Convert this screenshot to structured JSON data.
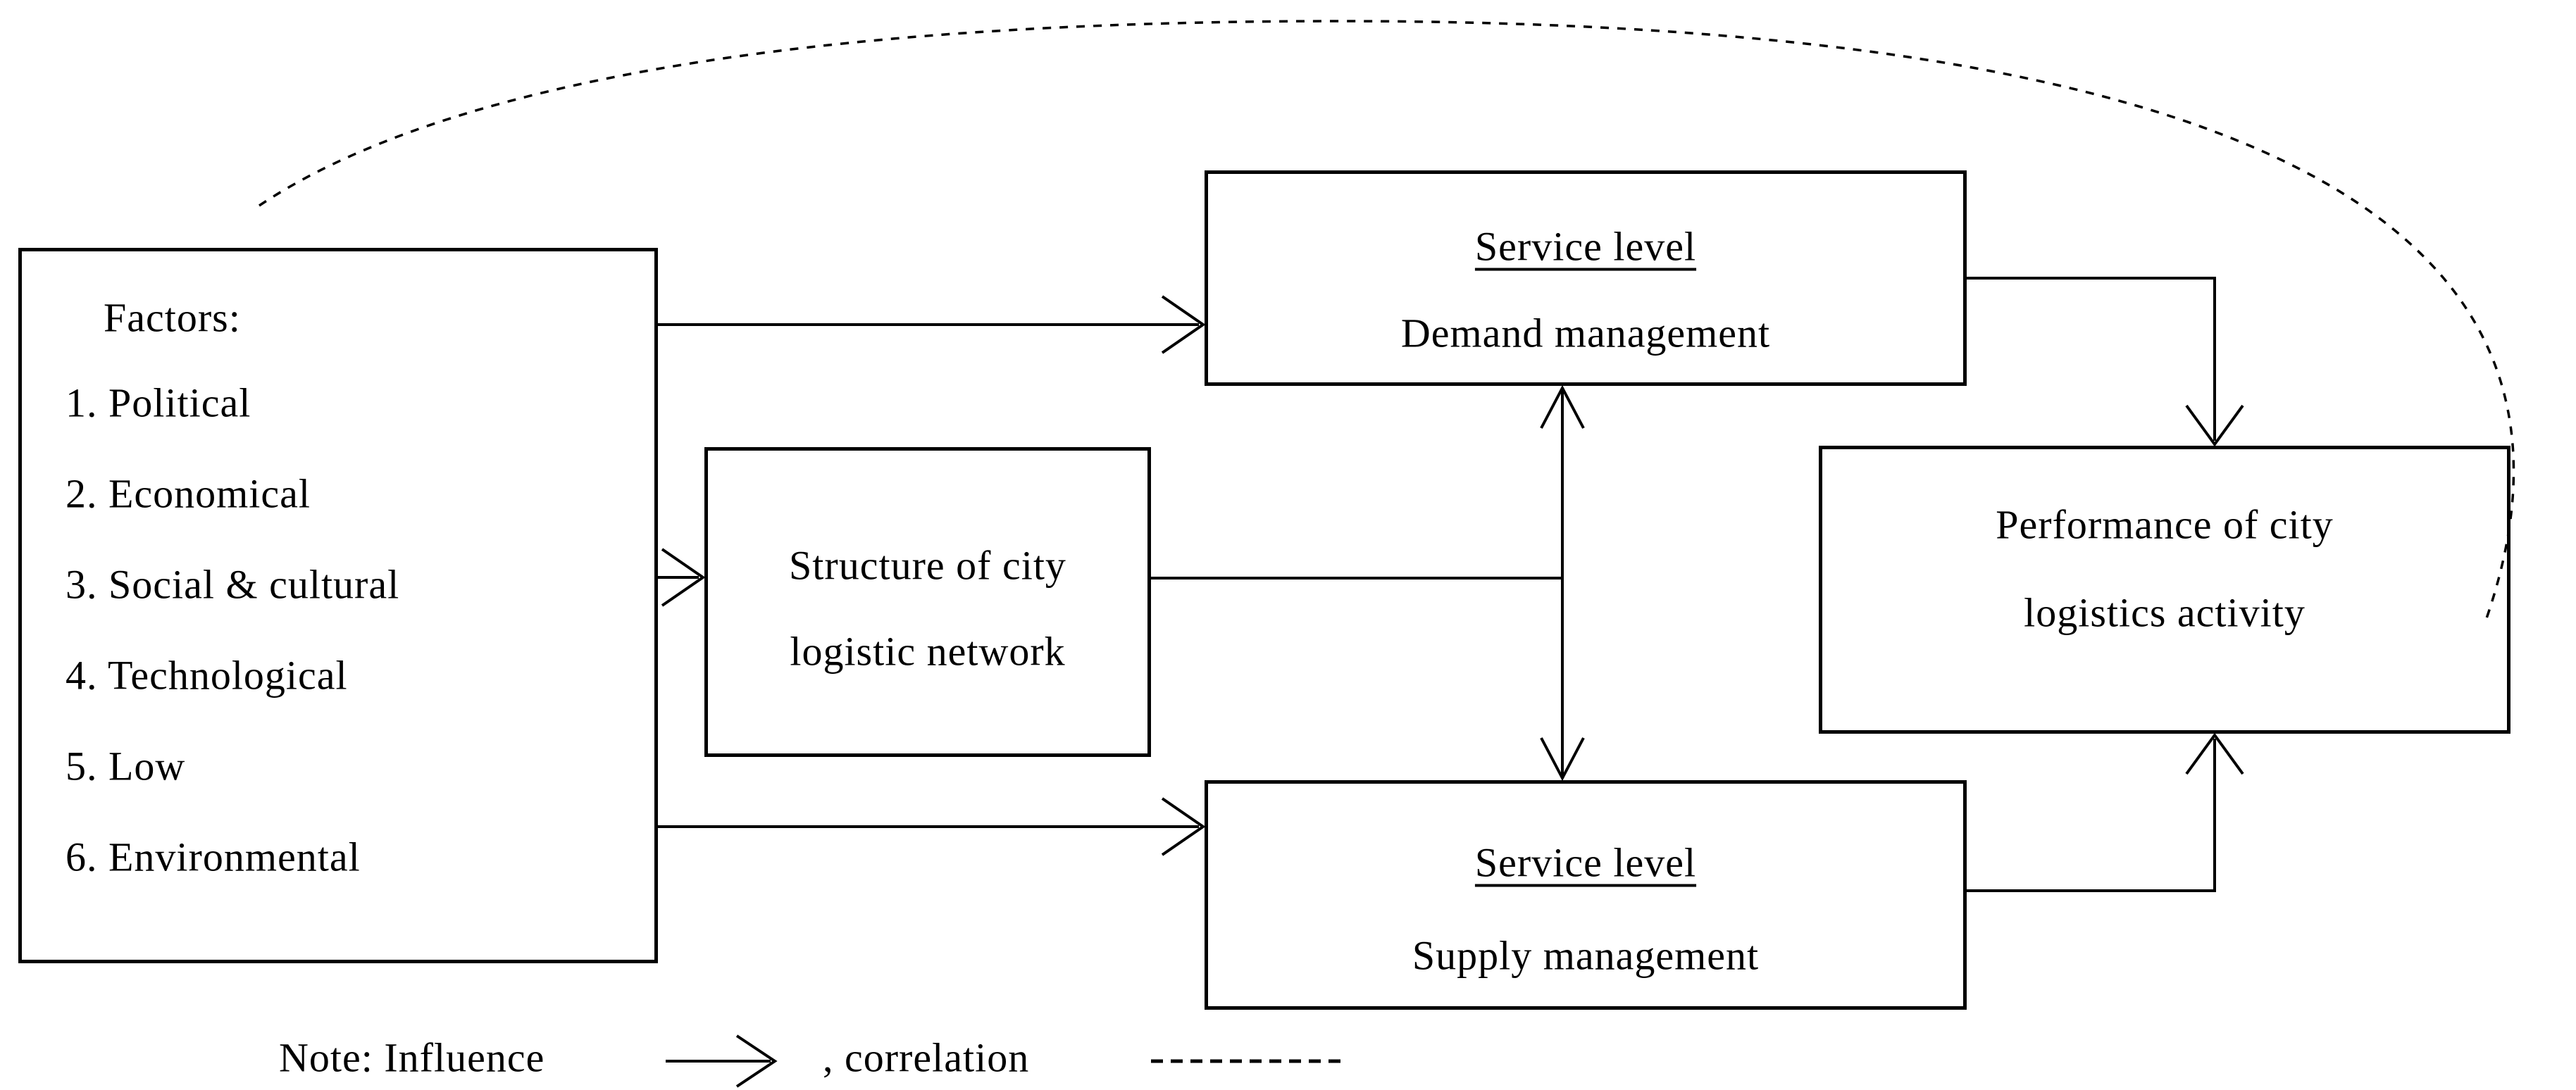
{
  "diagram": {
    "colors": {
      "ink": "#000000",
      "background": "#ffffff"
    },
    "factors_box": {
      "title": "Factors:",
      "items": [
        "1. Political",
        "2. Economical",
        "3. Social & cultural",
        "4. Technological",
        "5. Low",
        "6. Environmental"
      ]
    },
    "structure_box": {
      "line1": "Structure of city",
      "line2": "logistic network"
    },
    "demand_box": {
      "heading": "Service level",
      "subheading": "Demand management"
    },
    "supply_box": {
      "heading": "Service level",
      "subheading": "Supply management"
    },
    "performance_box": {
      "line1": "Performance of city",
      "line2": "logistics activity"
    },
    "note": {
      "influence_label": "Note: Influence",
      "correlation_label": ", correlation"
    }
  }
}
